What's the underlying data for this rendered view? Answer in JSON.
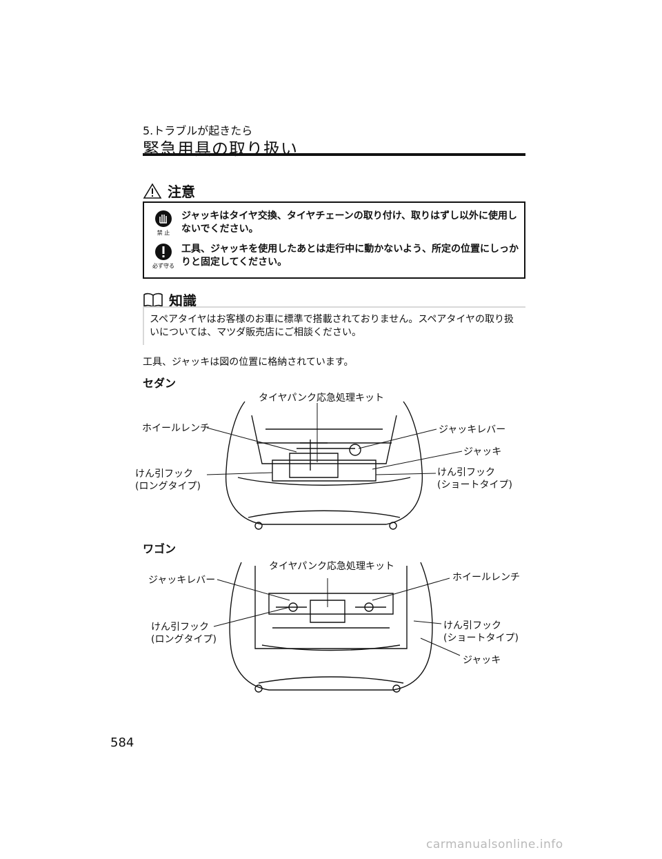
{
  "header": {
    "section": "5.トラブルが起きたら",
    "title": "緊急用具の取り扱い"
  },
  "caution": {
    "heading": "注意",
    "items": [
      {
        "icon_label": "禁 止",
        "text": "ジャッキはタイヤ交換、タイヤチェーンの取り付け、取りはずし以外に使用しないでください。"
      },
      {
        "icon_label": "必ず守る",
        "text": "工具、ジャッキを使用したあとは走行中に動かないよう、所定の位置にしっかりと固定してください。"
      }
    ]
  },
  "knowledge": {
    "heading": "知識",
    "text": "スペアタイヤはお客様のお車に標準で搭載されておりません。スペアタイヤの取り扱いについては、マツダ販売店にご相談ください。"
  },
  "body_text": "工具、ジャッキは図の位置に格納されています。",
  "sedan": {
    "heading": "セダン",
    "labels": {
      "kit": "タイヤパンク応急処理キット",
      "wrench": "ホイールレンチ",
      "lever": "ジャッキレバー",
      "jack": "ジャッキ",
      "hook_long": "けん引フック\n(ロングタイプ)",
      "hook_short": "けん引フック\n(ショートタイプ)"
    }
  },
  "wagon": {
    "heading": "ワゴン",
    "labels": {
      "kit": "タイヤパンク応急処理キット",
      "lever": "ジャッキレバー",
      "wrench": "ホイールレンチ",
      "hook_long": "けん引フック\n(ロングタイプ)",
      "hook_short": "けん引フック\n(ショートタイプ)",
      "jack": "ジャッキ"
    }
  },
  "page_number": "584",
  "watermark": "carmanualsonline.info"
}
